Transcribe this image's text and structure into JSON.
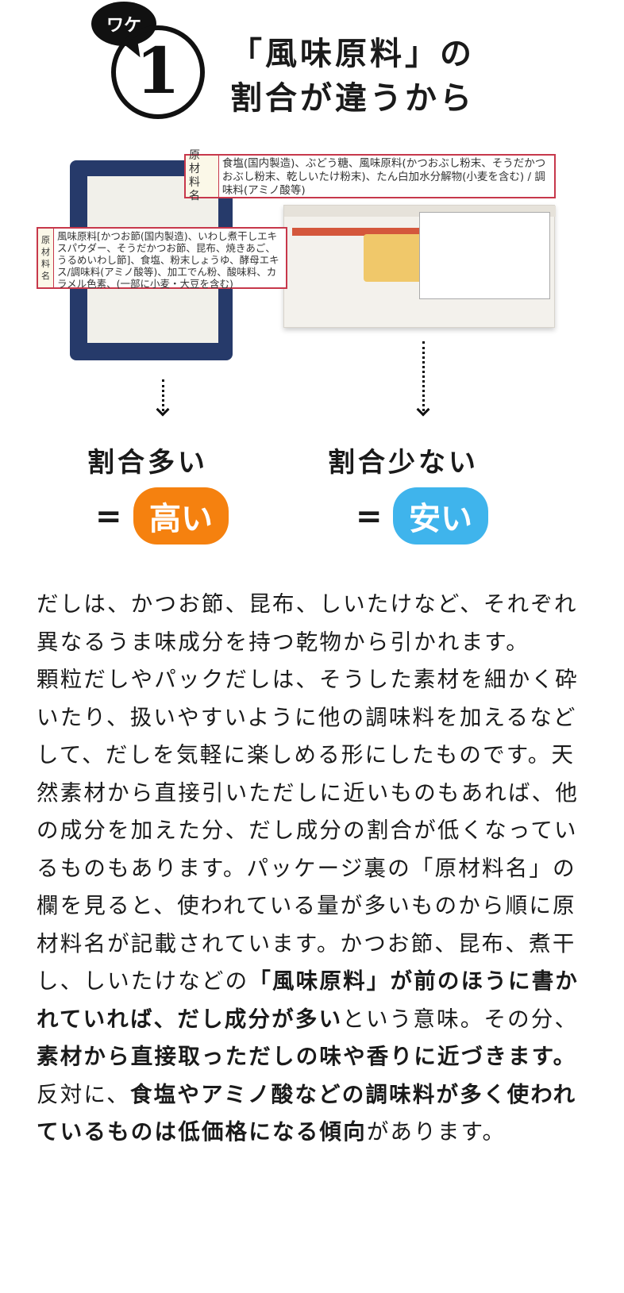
{
  "header": {
    "badge_label": "ワケ",
    "badge_number": "1",
    "title_line1": "「風味原料」の",
    "title_line2": "割合が違うから"
  },
  "callouts": {
    "right": {
      "heading": "原材料名",
      "text": "食塩(国内製造)、ぶどう糖、風味原料(かつおぶし粉末、そうだかつおぶし粉末、乾しいたけ粉末)、たん白加水分解物(小麦を含む) / 調味料(アミノ酸等)"
    },
    "left": {
      "heading": "原材料名",
      "text": "風味原料[かつお節(国内製造)、いわし煮干しエキスパウダー、そうだかつお節、昆布、焼きあご、うるめいわし節]、食塩、粉末しょうゆ、酵母エキス/調味料(アミノ酸等)、加工でん粉、酸味料、カラメル色素、(一部に小麦・大豆を含む)"
    }
  },
  "comparison": {
    "left": {
      "label": "割合多い",
      "equals": "=",
      "result": "高い",
      "color": "#f5810f"
    },
    "right": {
      "label": "割合少ない",
      "equals": "=",
      "result": "安い",
      "color": "#3fb4ec"
    }
  },
  "body": {
    "p1": "だしは、かつお節、昆布、しいたけなど、それぞれ異なるうま味成分を持つ乾物から引かれます。",
    "p2": [
      {
        "text": "顆粒だしやパックだしは、そうした素材を細かく砕いたり、扱いやすいように他の調味料を加えるなどして、だしを気軽に楽しめる形にしたものです。天然素材から直接引いただしに近いものもあれば、他の成分を加えた分、だし成分の割合が低くなっているものもあります。パッケージ裏の「原材料名」の欄を見ると、使われている量が多いものから順に原材料名が記載されています。かつお節、昆布、煮干し、しいたけなどの",
        "bold": false
      },
      {
        "text": "「風味原料」が前のほうに書かれていれば、だし成分が多い",
        "bold": true
      },
      {
        "text": "という意味。その分、",
        "bold": false
      },
      {
        "text": "素材から直接取っただしの味や香りに近づきます。",
        "bold": true
      },
      {
        "text": "反対に、",
        "bold": false
      },
      {
        "text": "食塩やアミノ酸などの調味料が多く使われているものは低価格になる傾向",
        "bold": true
      },
      {
        "text": "があります。",
        "bold": false
      }
    ]
  }
}
